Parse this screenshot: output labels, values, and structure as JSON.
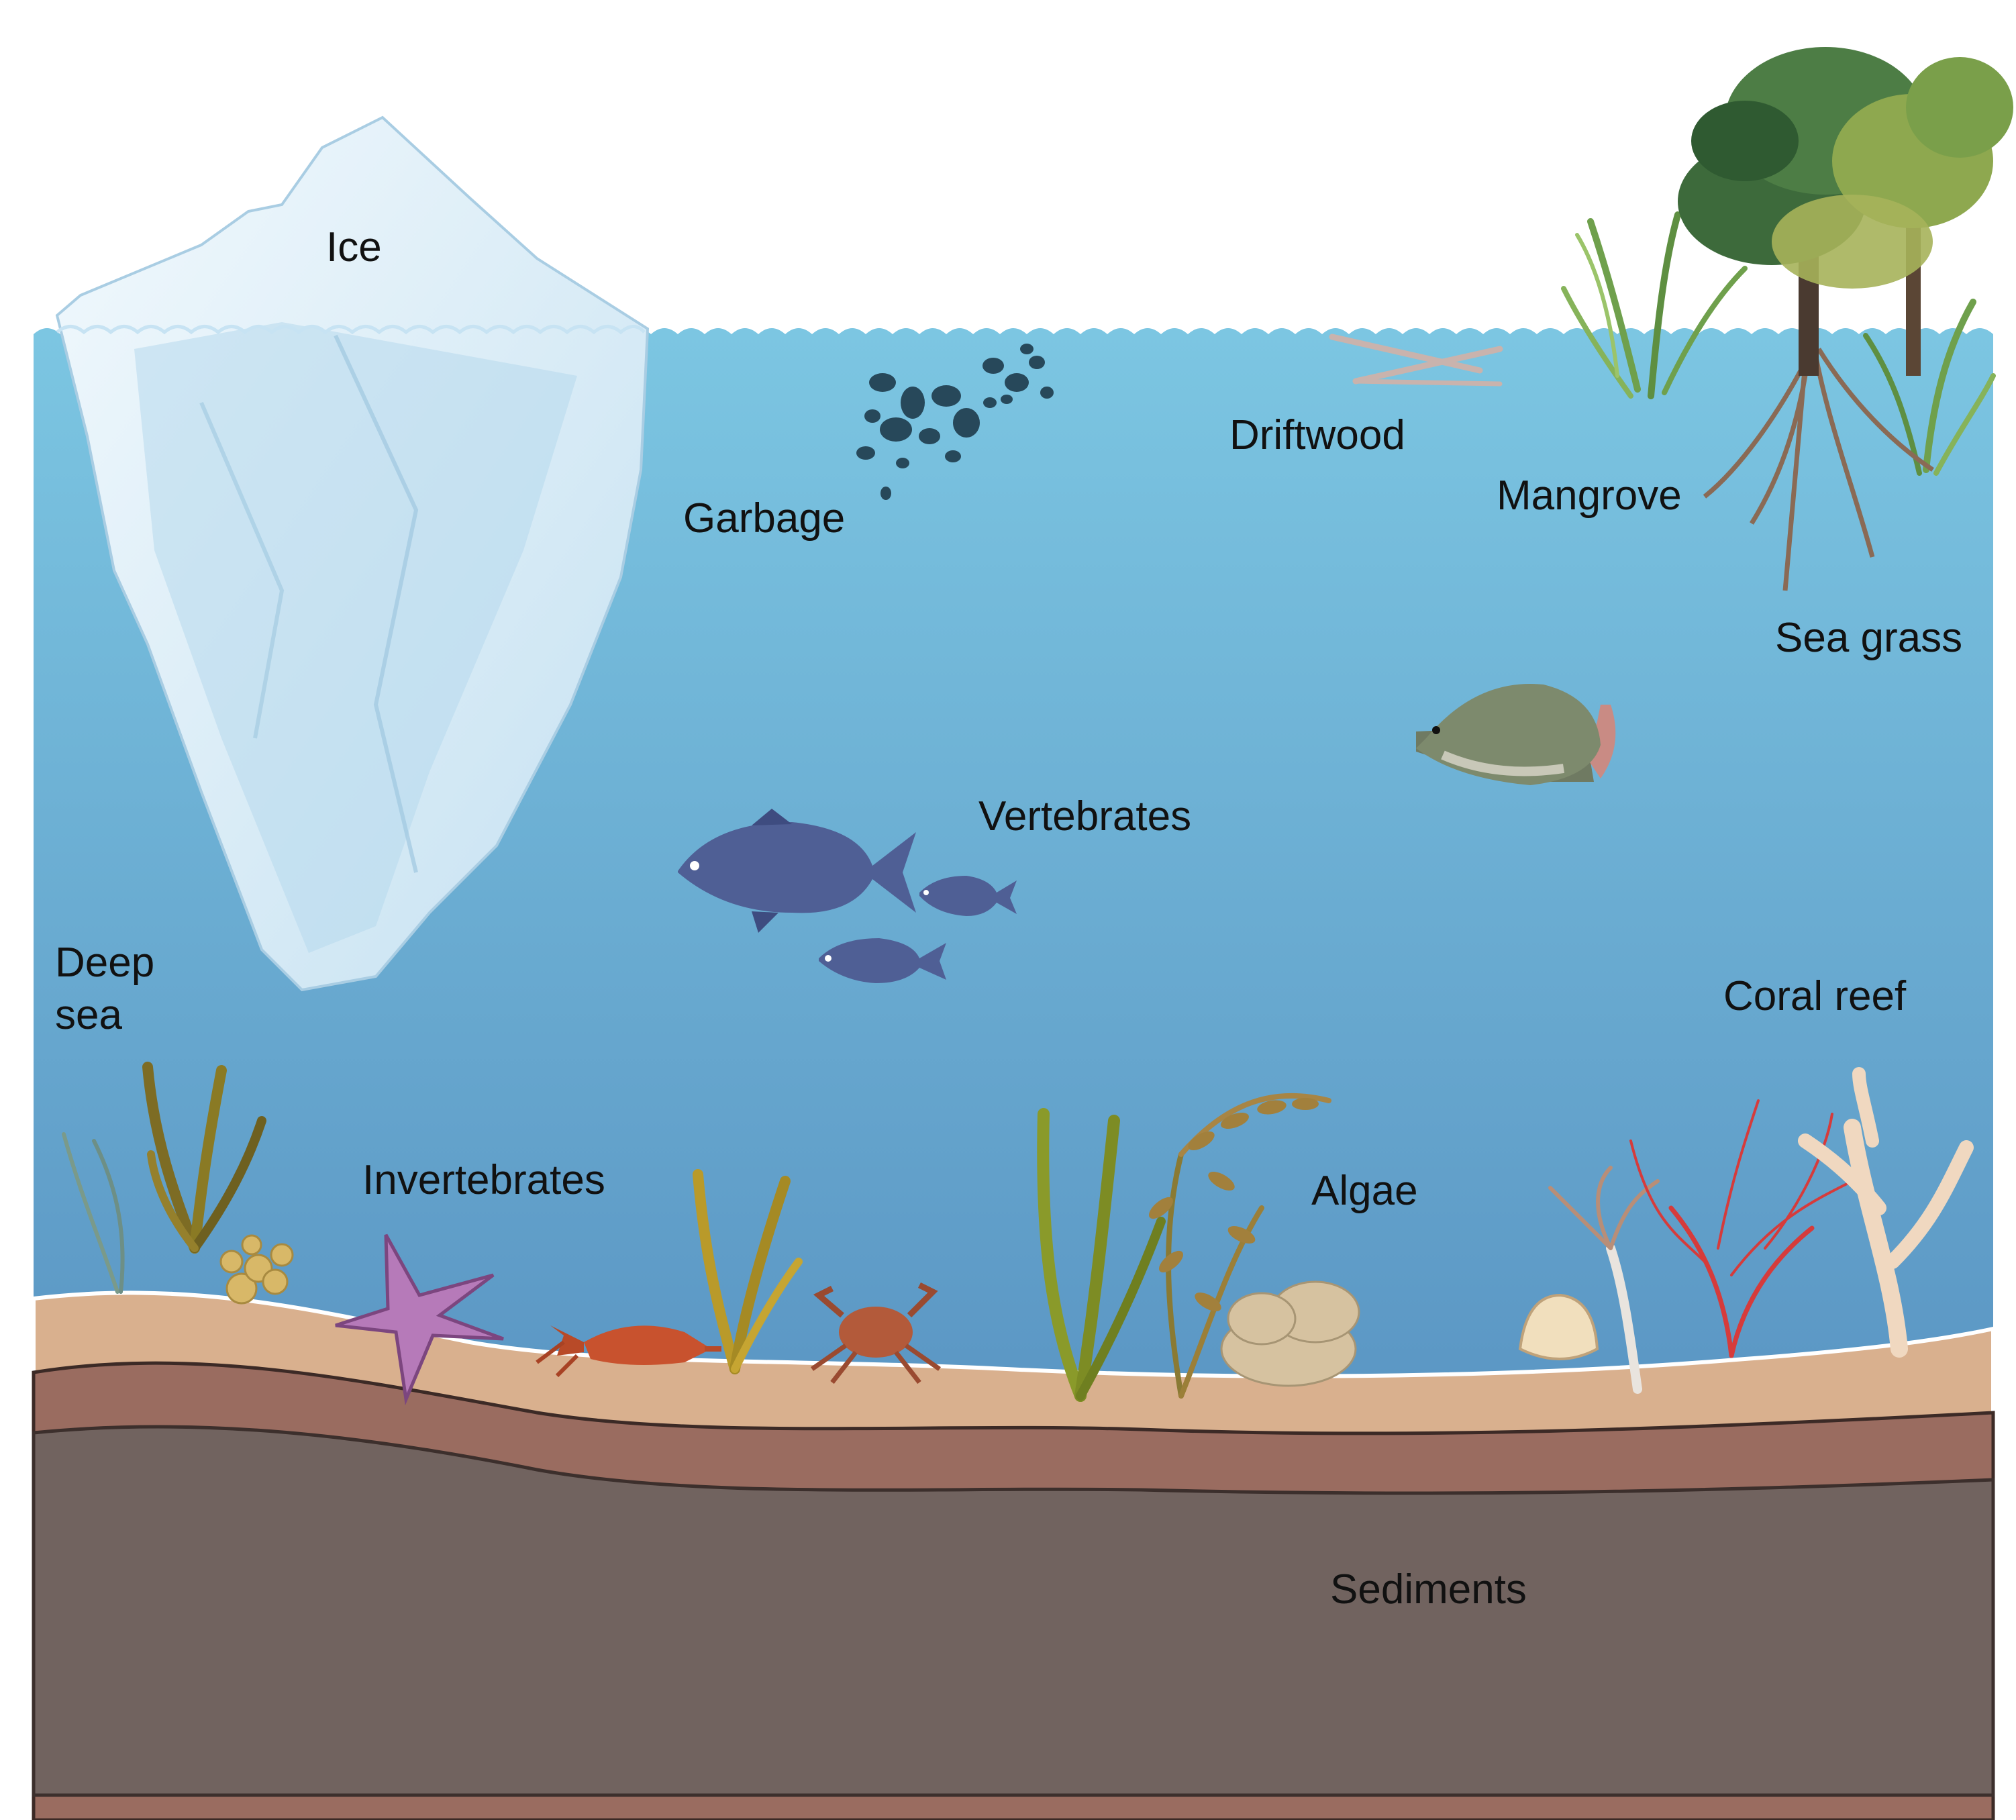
{
  "labels": {
    "ice": "Ice",
    "garbage": "Garbage",
    "driftwood": "Driftwood",
    "mangrove": "Mangrove",
    "sea_grass": "Sea grass",
    "vertebrates": "Vertebrates",
    "deep_sea_line1": "Deep",
    "deep_sea_line2": "sea",
    "coral_reef": "Coral reef",
    "invertebrates": "Invertebrates",
    "algae": "Algae",
    "sediments": "Sediments"
  },
  "colors": {
    "water_top": "#7cc6e2",
    "water_bottom": "#5a95c3",
    "sand": "#d9b08e",
    "clay": "#9a6c60",
    "sediment": "#71635f",
    "ice": "#e6f3fb",
    "fish": "#4f5f95",
    "kelp": "#8a7a24",
    "starfish": "#b67ab9",
    "crustacean": "#c8522e",
    "red_coral": "#d63b3b",
    "tree": "#3d6a3b"
  },
  "icons": [
    "iceberg-icon",
    "garbage-icon",
    "driftwood-icon",
    "mangrove-icon",
    "sea-grass-icon",
    "tilapia-icon",
    "fish-school-icon",
    "kelp-icon",
    "sponge-icon",
    "starfish-icon",
    "crayfish-icon",
    "crab-icon",
    "coral-icon",
    "shell-icon",
    "sea-fan-icon"
  ]
}
